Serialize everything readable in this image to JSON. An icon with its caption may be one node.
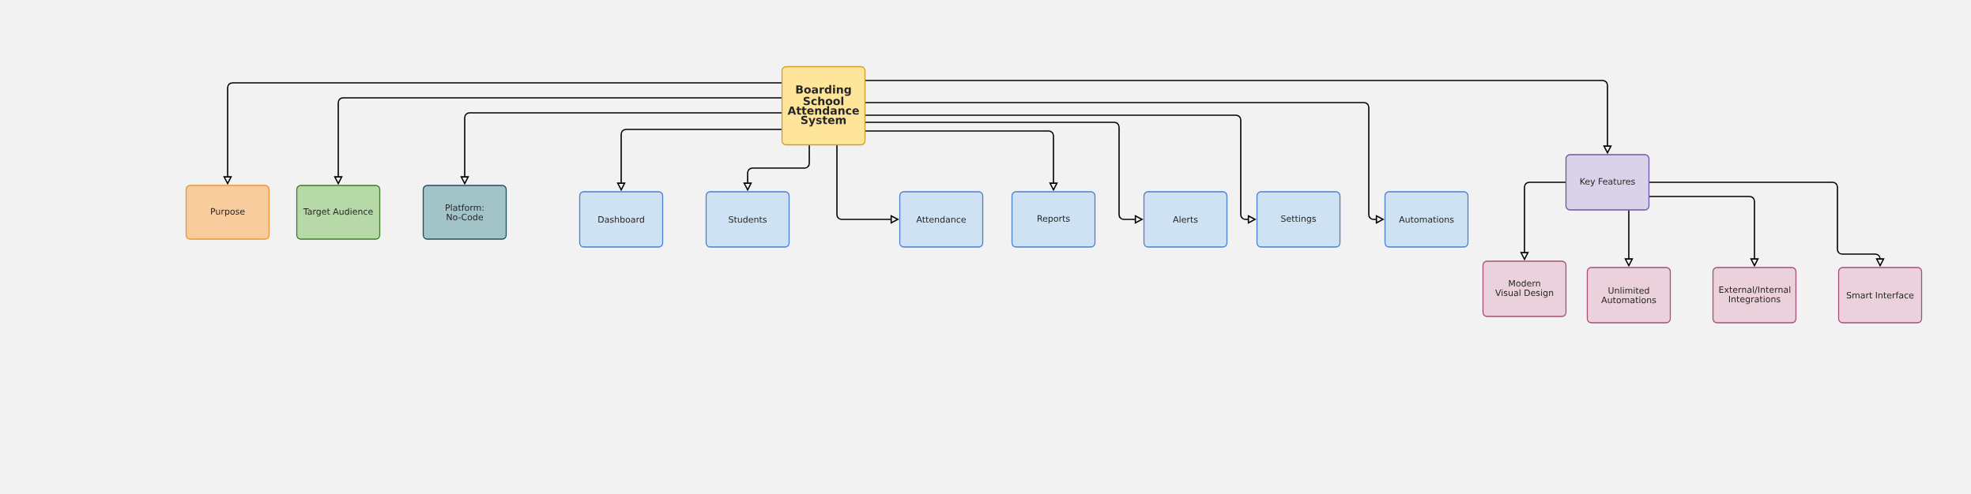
{
  "diagram": {
    "nodes": [
      {
        "text": [
          "Boarding School Attendance System"
        ]
      },
      {
        "text": [
          "Purpose"
        ]
      },
      {
        "text": [
          "Target Audience"
        ]
      },
      {
        "text": [
          "Platform: No-Code"
        ]
      },
      {
        "text": [
          "Dashboard"
        ]
      },
      {
        "text": [
          "Students"
        ]
      },
      {
        "text": [
          "Attendance"
        ]
      },
      {
        "text": [
          "Reports"
        ]
      },
      {
        "text": [
          "Alerts"
        ]
      },
      {
        "text": [
          "Settings"
        ]
      },
      {
        "text": [
          "Automations"
        ]
      },
      {
        "text": [
          "Key Features"
        ]
      },
      {
        "text": [
          "Modern Visual Design"
        ]
      },
      {
        "text": [
          "Unlimited Automations"
        ]
      },
      {
        "text": [
          "External/Internal Integrations"
        ]
      },
      {
        "text": [
          "Smart Interface"
        ]
      }
    ],
    "edges": [
      {
        "from": 0,
        "to": 1,
        "arrow": "to"
      },
      {
        "from": 0,
        "to": 2,
        "arrow": "to"
      },
      {
        "from": 0,
        "to": 3,
        "arrow": "to"
      },
      {
        "from": 0,
        "to": 4,
        "arrow": "to"
      },
      {
        "from": 0,
        "to": 5,
        "arrow": "to"
      },
      {
        "from": 0,
        "to": 6,
        "arrow": "to"
      },
      {
        "from": 0,
        "to": 7,
        "arrow": "to"
      },
      {
        "from": 0,
        "to": 8,
        "arrow": "to"
      },
      {
        "from": 0,
        "to": 9,
        "arrow": "to"
      },
      {
        "from": 0,
        "to": 10,
        "arrow": "to"
      },
      {
        "from": 0,
        "to": 11,
        "arrow": "to"
      },
      {
        "from": 11,
        "to": 12,
        "arrow": "to"
      },
      {
        "from": 11,
        "to": 13,
        "arrow": "to"
      },
      {
        "from": 11,
        "to": 14,
        "arrow": "to"
      },
      {
        "from": 11,
        "to": 15,
        "arrow": "to"
      }
    ]
  }
}
